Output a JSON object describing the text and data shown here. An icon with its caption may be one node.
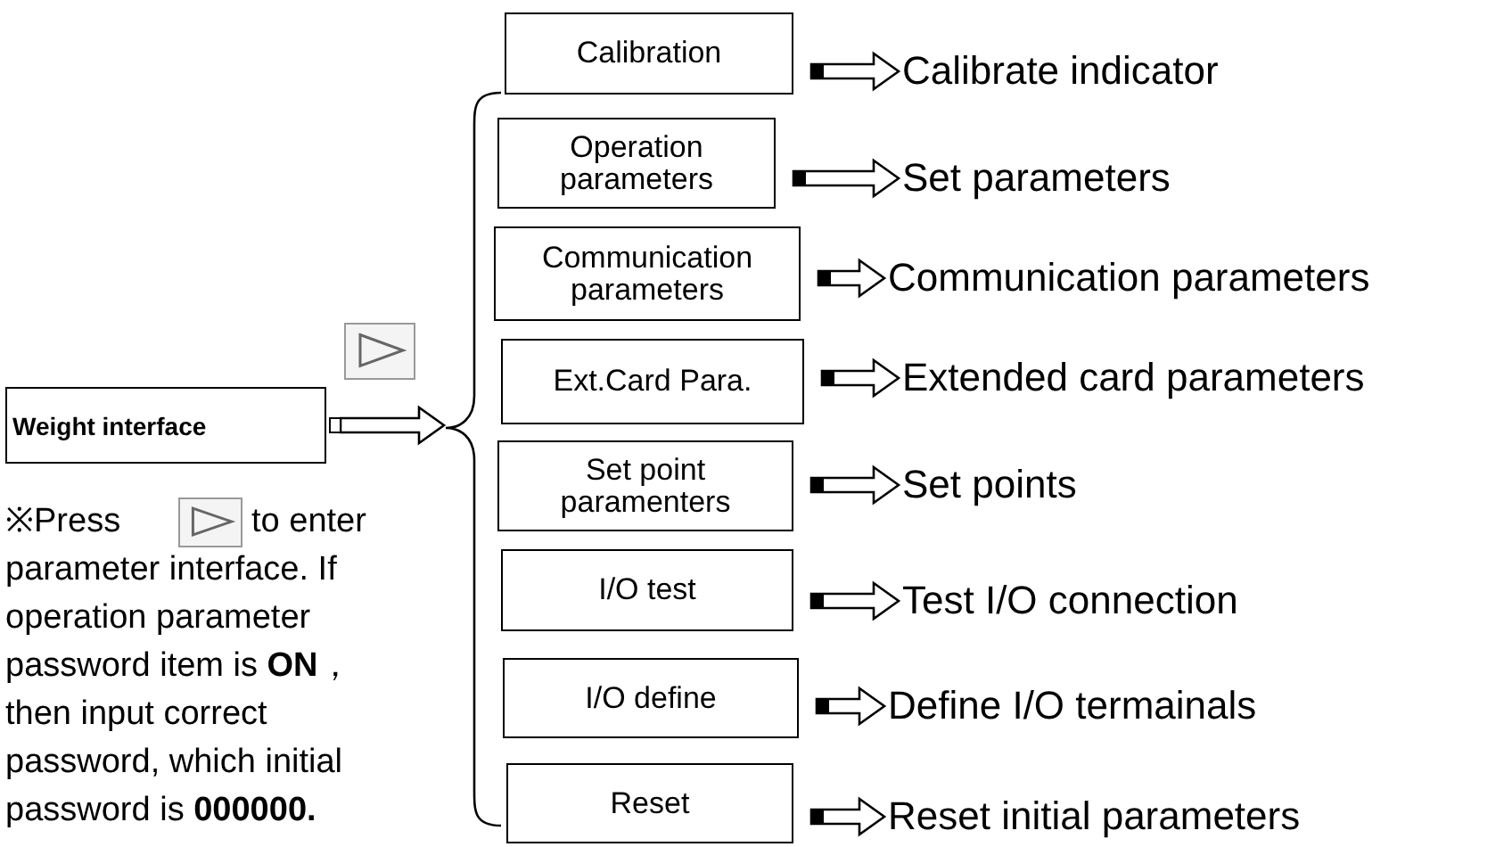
{
  "diagram": {
    "nodes": [
      {
        "text": [
          "Weight interface"
        ]
      },
      {
        "text": [
          "Calibration"
        ]
      },
      {
        "text": [
          "Operation parameters"
        ]
      },
      {
        "text": [
          "Communication parameters"
        ]
      },
      {
        "text": [
          "Ext.Card Para."
        ]
      },
      {
        "text": [
          "Set point paramenters"
        ]
      },
      {
        "text": [
          "I/O test"
        ]
      },
      {
        "text": [
          "I/O define"
        ]
      },
      {
        "text": [
          "Reset"
        ]
      },
      {
        "text": [
          "Calibrate indicator"
        ]
      },
      {
        "text": [
          "Set parameters"
        ]
      },
      {
        "text": [
          "Communication parameters"
        ]
      },
      {
        "text": [
          "Extended card parameters"
        ]
      },
      {
        "text": [
          "Set points"
        ]
      },
      {
        "text": [
          "Test I/O connection"
        ]
      },
      {
        "text": [
          "Define I/O termainals"
        ]
      },
      {
        "text": [
          "Reset initial parameters"
        ]
      },
      {
        "text": [],
        "shape": "brace"
      }
    ],
    "edges": [
      {
        "from": 0,
        "to": 17,
        "arrow": "to"
      },
      {
        "from": 1,
        "to": 9,
        "arrow": "to"
      },
      {
        "from": 2,
        "to": 10,
        "arrow": "to"
      },
      {
        "from": 3,
        "to": 11,
        "arrow": "to"
      },
      {
        "from": 4,
        "to": 12,
        "arrow": "to"
      },
      {
        "from": 5,
        "to": 13,
        "arrow": "to"
      },
      {
        "from": 6,
        "to": 14,
        "arrow": "to"
      },
      {
        "from": 7,
        "to": 15,
        "arrow": "to"
      },
      {
        "from": 8,
        "to": 16,
        "arrow": "to"
      }
    ],
    "labels": [
      "※Press",
      "to enter parameter interface. If operation parameter password item is **ON**，then input correct password, which initial password is **000000.**"
    ]
  }
}
